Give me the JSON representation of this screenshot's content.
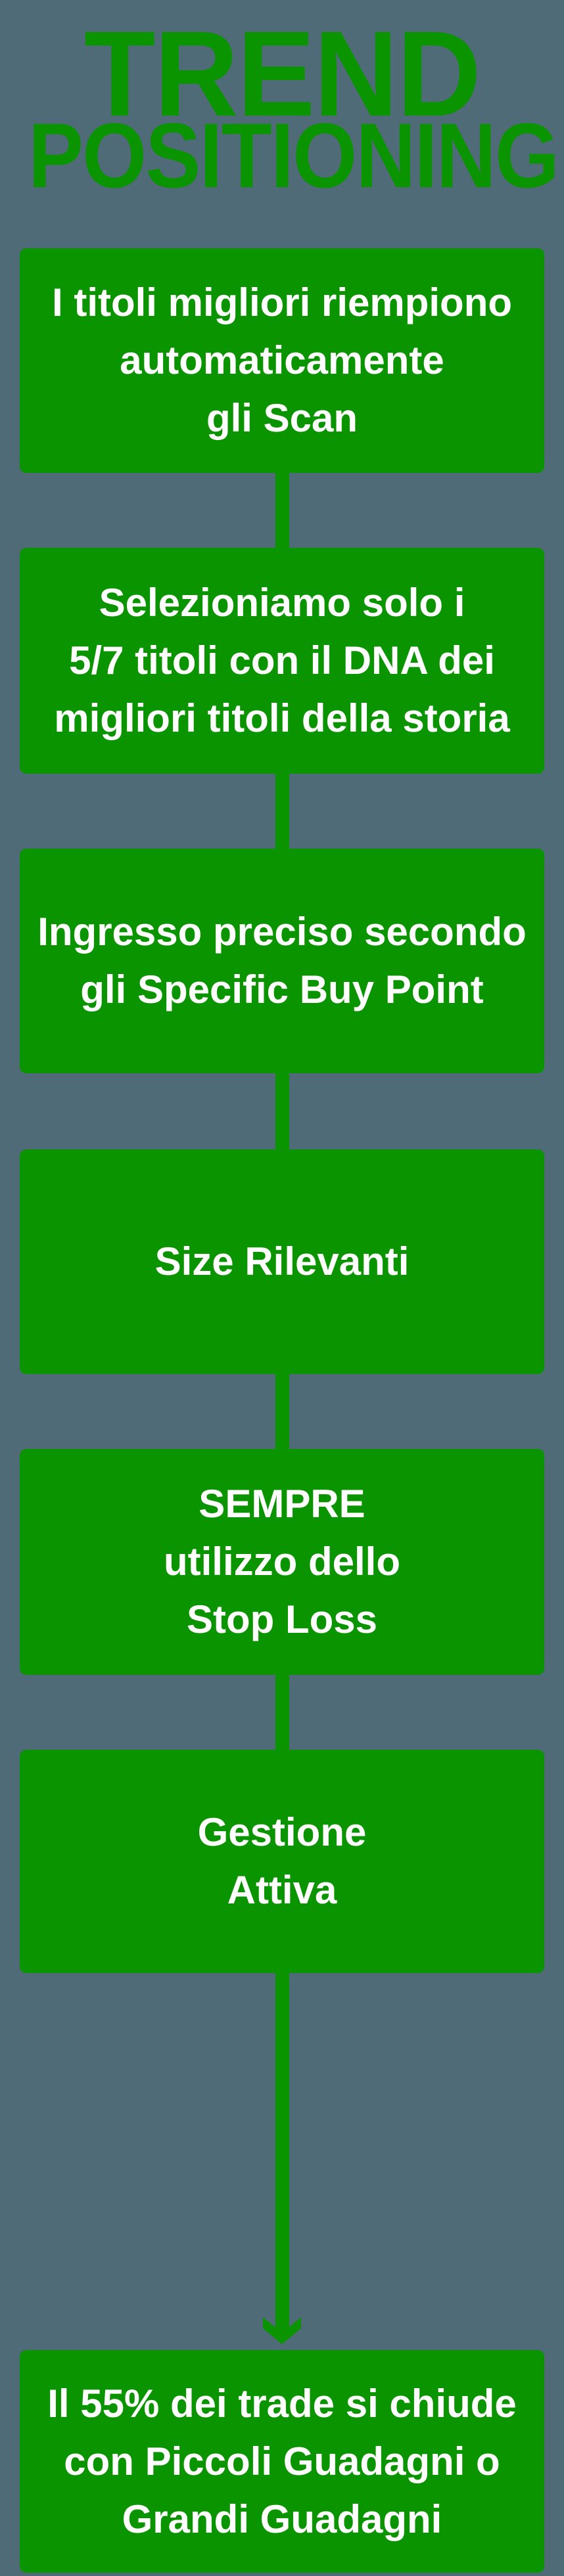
{
  "title": {
    "line1": "TREND",
    "line2": "POSITIONING"
  },
  "flow": {
    "boxes": [
      {
        "text": "I titoli migliori riempiono\nautomaticamente\ngli Scan"
      },
      {
        "text": "Selezioniamo solo i\n5/7 titoli con il DNA dei\nmigliori titoli della storia"
      },
      {
        "text": "Ingresso preciso secondo\ngli Specific Buy Point"
      },
      {
        "text": "Size Rilevanti"
      },
      {
        "text": "SEMPRE\nutilizzo dello\nStop Loss"
      },
      {
        "text": "Gestione\nAttiva"
      },
      {
        "text": "Il 55% dei trade si chiude\ncon Piccoli Guadagni o\nGrandi Guadagni"
      }
    ]
  },
  "icons": {
    "arrow_down": "arrow-down-icon"
  },
  "colors": {
    "background": "#4e6b77",
    "green": "#099400",
    "text": "#ffffff"
  }
}
